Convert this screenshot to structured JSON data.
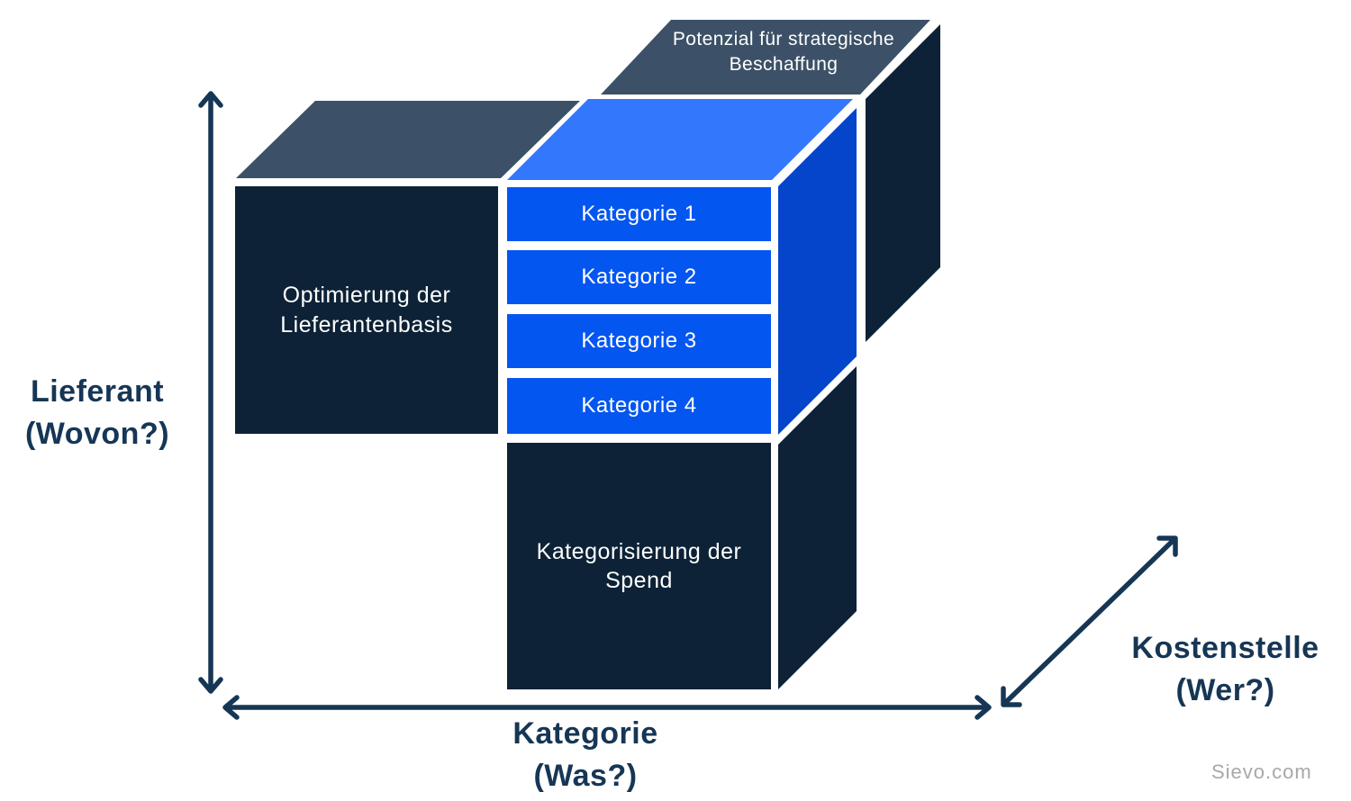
{
  "colors": {
    "background": "#FFFFFF",
    "slate": "#3C5167",
    "navy": "#0D2236",
    "blue_top": "#3377FC",
    "blue_front": "#0456F0",
    "blue_side": "#0445CC",
    "axis": "#163655",
    "text_light": "#FFFFFF",
    "watermark": "#A8A8A8"
  },
  "cube": {
    "potenzial": {
      "line1": "Potenzial für strategische",
      "line2": "Beschaffung"
    },
    "optimierung": {
      "line1": "Optimierung der",
      "line2": "Lieferantenbasis"
    },
    "kategorisierung": {
      "line1": "Kategorisierung der",
      "line2": "Spend"
    },
    "categories": [
      {
        "label": "Kategorie 1"
      },
      {
        "label": "Kategorie 2"
      },
      {
        "label": "Kategorie 3"
      },
      {
        "label": "Kategorie 4"
      }
    ]
  },
  "axes": {
    "lieferant": {
      "line1": "Lieferant",
      "line2": "(Wovon?)"
    },
    "kategorie": {
      "line1": "Kategorie",
      "line2": "(Was?)"
    },
    "kostenstelle": {
      "line1": "Kostenstelle",
      "line2": "(Wer?)"
    }
  },
  "watermark": "Sievo.com"
}
